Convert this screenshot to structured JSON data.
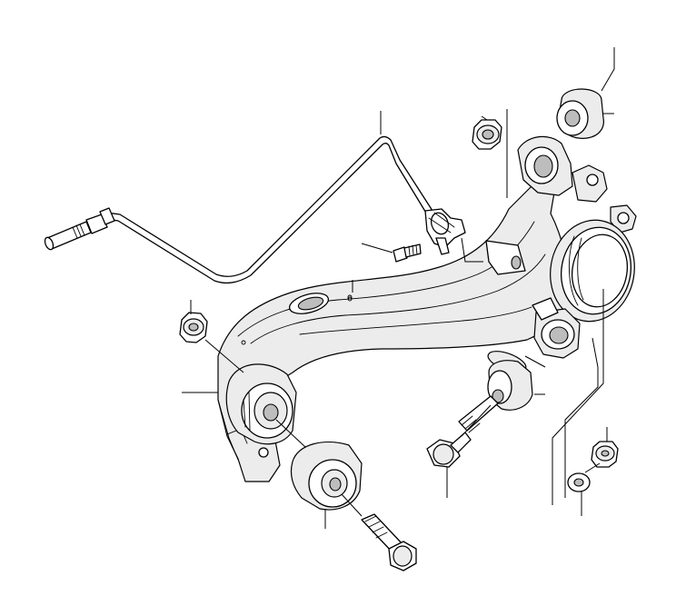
{
  "diagram": {
    "type": "exploded parts diagram",
    "background": "#ffffff",
    "line_color": "#000000",
    "parts": [
      "wheel-speed-sensor",
      "sensor-bolt",
      "trailing-arm",
      "wheel-hub-carrier",
      "upper-rubber-mount",
      "upper-nut",
      "front-rubber-mount",
      "front-nut",
      "inner-rubber-mount",
      "inner-bolt",
      "lower-rubber-mount",
      "lower-bolt",
      "washer",
      "lock-nut",
      "plug"
    ]
  }
}
